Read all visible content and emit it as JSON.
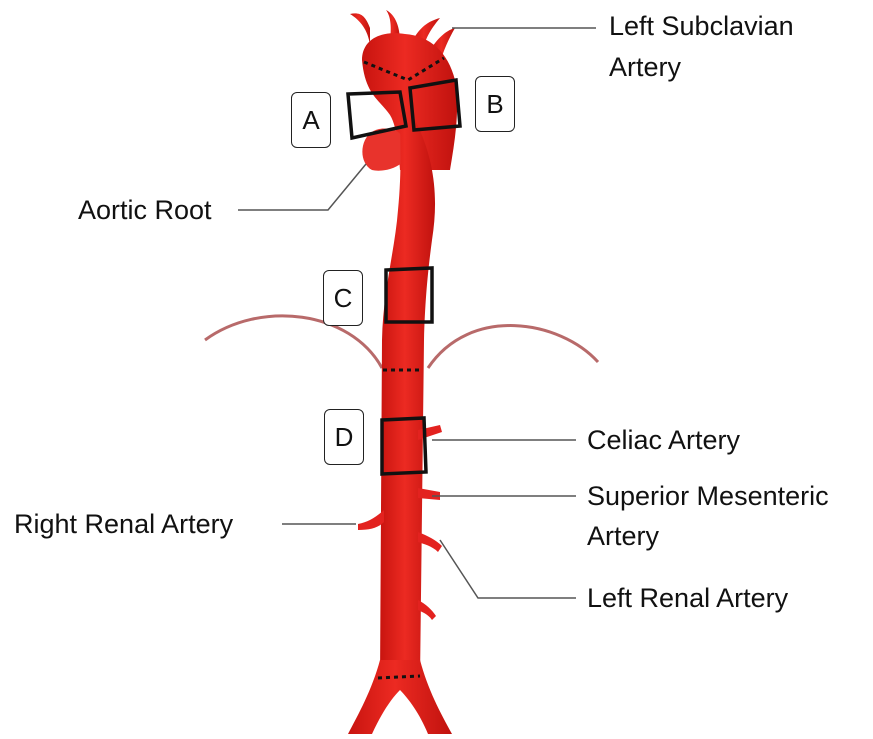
{
  "labels": {
    "left_subclavian_line1": "Left Subclavian",
    "left_subclavian_line2": "Artery",
    "aortic_root": "Aortic Root",
    "celiac": "Celiac Artery",
    "sma_line1": "Superior Mesenteric",
    "sma_line2": "Artery",
    "right_renal": "Right Renal Artery",
    "left_renal": "Left Renal Artery"
  },
  "segments": {
    "a": "A",
    "b": "B",
    "c": "C",
    "d": "D"
  },
  "colors": {
    "aorta": "#e3221f",
    "aorta_dark": "#b9130f",
    "aorta_light": "#f05a4f",
    "diaphragm": "#b85a5a",
    "leader_line": "#555555",
    "outline": "#111111"
  }
}
